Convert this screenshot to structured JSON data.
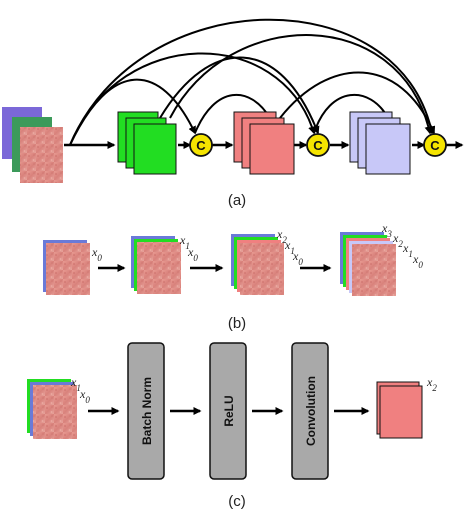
{
  "panel_a": {
    "caption": "(a)",
    "concat_label": "C"
  },
  "panel_b": {
    "caption": "(b)",
    "stage1_labels": [
      "x0"
    ],
    "stage2_labels": [
      "x1",
      "x0"
    ],
    "stage3_labels": [
      "x2",
      "x1",
      "x0"
    ],
    "stage4_labels": [
      "x3",
      "x2",
      "x1",
      "x0"
    ]
  },
  "panel_c": {
    "caption": "(c)",
    "input_labels": [
      "x1",
      "x0"
    ],
    "blocks": [
      "Batch Norm",
      "ReLU",
      "Convolution"
    ],
    "output_label": "x2"
  },
  "colors": {
    "green": "#22dd22",
    "red": "#f08080",
    "lavender": "#c8c8f8",
    "concat_yellow": "#f5e400",
    "block_gray": "#a9a9a9",
    "input_purple": "#7b68d8",
    "input_green": "#3c9a5a"
  }
}
